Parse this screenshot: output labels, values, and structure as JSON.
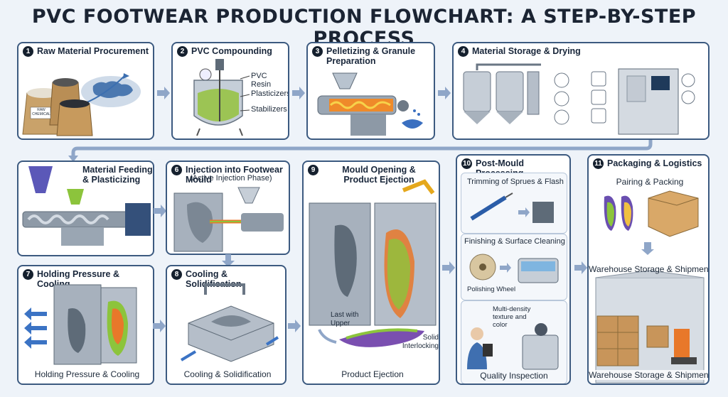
{
  "title": "PVC FOOTWEAR PRODUCTION FLOWCHART: A STEP-BY-STEP PROCESS",
  "colors": {
    "panel_border": "#3c5a80",
    "arrow": "#8fa6c8",
    "background": "#eef3f9",
    "accent_hot": "#e8782a",
    "accent_green": "#8cc43c"
  },
  "steps": [
    {
      "num": "1",
      "title": "Raw Material Procurement",
      "bag_label": "RAW CHEMICAL"
    },
    {
      "num": "2",
      "title": "PVC Compounding",
      "labels": [
        "PVC Resin",
        "Plasticizers",
        "Stabilizers"
      ]
    },
    {
      "num": "3",
      "title": "Pelletizing & Granule Preparation"
    },
    {
      "num": "4",
      "title": "Material Storage & Drying"
    },
    {
      "num": "",
      "title": "Material Feeding & Plasticizing"
    },
    {
      "num": "6",
      "title": "Injection into Footwear Mould",
      "subtitle": "(Active Injection Phase)"
    },
    {
      "num": "7",
      "title": "Holding Pressure & Cooling",
      "caption": "Holding Pressure & Cooling"
    },
    {
      "num": "8",
      "title": "Cooling & Solidification",
      "caption": "Cooling & Solidification"
    },
    {
      "num": "9",
      "title": "Mould Opening & Product Ejection",
      "labels": [
        "Last with Upper",
        "Solid Interlocking"
      ],
      "caption": "Product Ejection"
    },
    {
      "num": "10",
      "title": "Post-Mould Processing",
      "sections": [
        {
          "title": "Trimming of Sprues & Flash"
        },
        {
          "title": "Finishing & Surface Cleaning",
          "label": "Polishing Wheel"
        },
        {
          "label": "Multi-density texture and color",
          "caption": "Quality Inspection"
        }
      ]
    },
    {
      "num": "11",
      "title": "Packaging & Logistics",
      "sub1": "Pairing & Packing",
      "sub2": "Warehouse Storage & Shipment",
      "caption": "Warehouse Storage & Shipment"
    }
  ]
}
